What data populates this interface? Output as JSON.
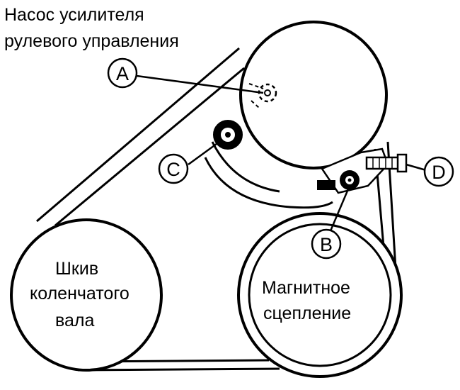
{
  "title": {
    "line1": "Насос усилителя",
    "line2": "рулевого управления"
  },
  "crankshaft_pulley": {
    "line1": "Шкив",
    "line2": "коленчатого",
    "line3": "вала"
  },
  "magnetic_clutch": {
    "line1": "Магнитное",
    "line2": "сцепление"
  },
  "callouts": {
    "a": "A",
    "b": "B",
    "c": "C",
    "d": "D"
  }
}
